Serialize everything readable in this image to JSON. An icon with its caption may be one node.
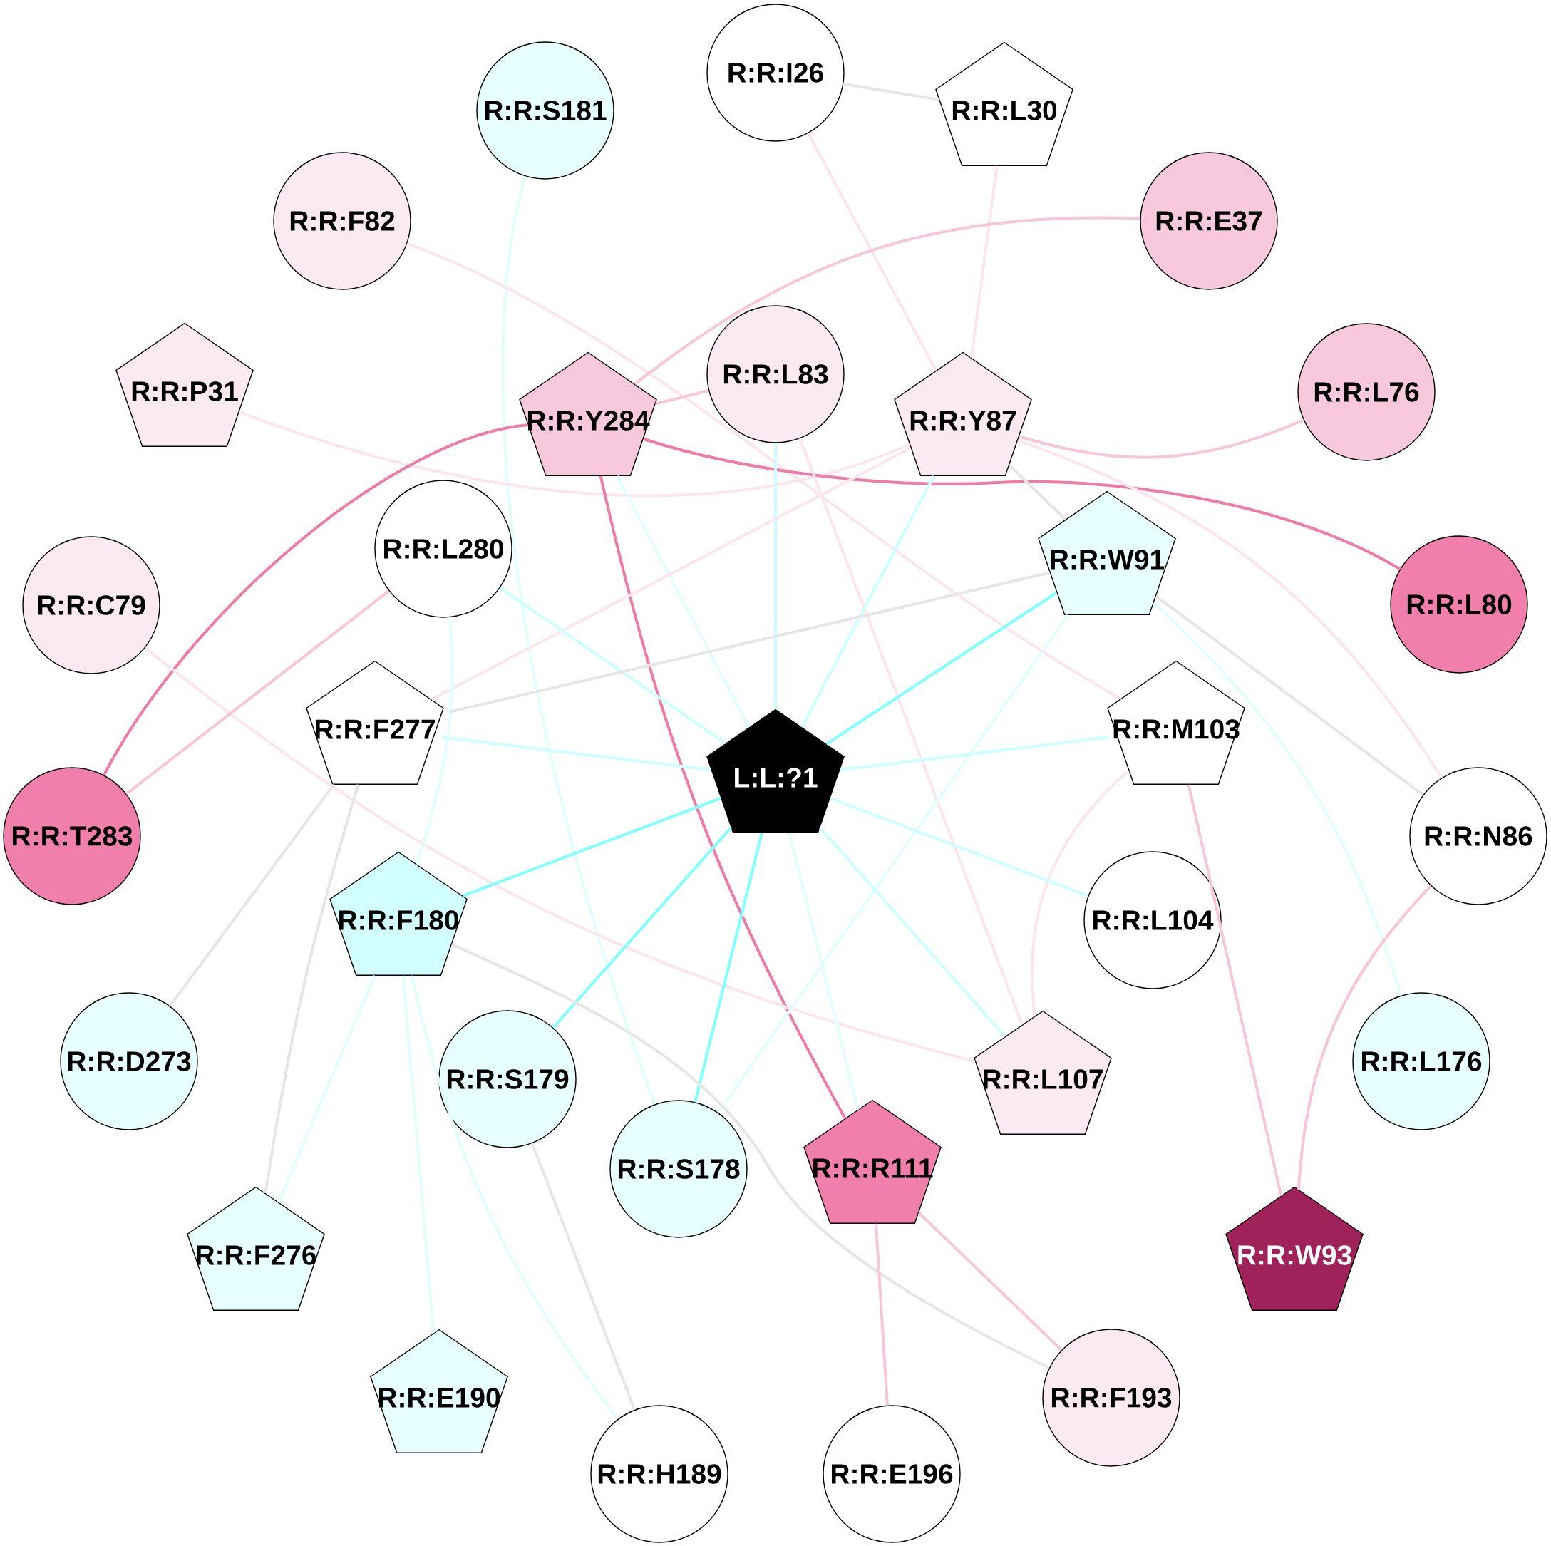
{
  "diagram": {
    "nodes": [
      {
        "text": [
          "R:R:S181"
        ]
      },
      {
        "text": [
          "R:R:I26"
        ]
      },
      {
        "text": [
          "R:R:L30"
        ]
      },
      {
        "text": [
          "R:R:F82"
        ]
      },
      {
        "text": [
          "R:R:E37"
        ]
      },
      {
        "text": [
          "R:R:P31"
        ]
      },
      {
        "text": [
          "R:R:Y284"
        ]
      },
      {
        "text": [
          "R:R:L83"
        ]
      },
      {
        "text": [
          "R:R:Y87"
        ]
      },
      {
        "text": [
          "R:R:L76"
        ]
      },
      {
        "text": [
          "R:R:C79"
        ]
      },
      {
        "text": [
          "R:R:L280"
        ]
      },
      {
        "text": [
          "R:R:W91"
        ]
      },
      {
        "text": [
          "R:R:L80"
        ]
      },
      {
        "text": [
          "R:R:F277"
        ]
      },
      {
        "text": [
          "L:L:?1"
        ]
      },
      {
        "text": [
          "R:R:M103"
        ]
      },
      {
        "text": [
          "R:R:T283"
        ]
      },
      {
        "text": [
          "R:R:N86"
        ]
      },
      {
        "text": [
          "R:R:F180"
        ]
      },
      {
        "text": [
          "R:R:L104"
        ]
      },
      {
        "text": [
          "R:R:D273"
        ]
      },
      {
        "text": [
          "R:R:S179"
        ]
      },
      {
        "text": [
          "R:R:L107"
        ]
      },
      {
        "text": [
          "R:R:L176"
        ]
      },
      {
        "text": [
          "R:R:S178"
        ]
      },
      {
        "text": [
          "R:R:R111"
        ]
      },
      {
        "text": [
          "R:R:F276"
        ]
      },
      {
        "text": [
          "R:R:W93"
        ]
      },
      {
        "text": [
          "R:R:E190"
        ]
      },
      {
        "text": [
          "R:R:F193"
        ]
      },
      {
        "text": [
          "R:R:H189"
        ]
      },
      {
        "text": [
          "R:R:E196"
        ]
      }
    ],
    "edges": [
      {
        "from": 1,
        "to": 2,
        "arrow": "none",
        "color": "#e6e6e6"
      },
      {
        "from": 1,
        "to": 8,
        "arrow": "none",
        "color": "#fbe5ee"
      },
      {
        "from": 2,
        "to": 8,
        "arrow": "none",
        "color": "#fbe5ee"
      },
      {
        "from": 0,
        "to": 25,
        "arrow": "none"
      },
      {
        "from": 3,
        "to": 16,
        "arrow": "none",
        "color": "#fbe5ee"
      },
      {
        "from": 4,
        "to": 6,
        "arrow": "none",
        "color": "#f8c6da"
      },
      {
        "from": 5,
        "to": 8,
        "arrow": "none",
        "color": "#fbe5ee"
      },
      {
        "from": 6,
        "to": 7,
        "arrow": "none",
        "color": "#f8c6da"
      },
      {
        "from": 6,
        "to": 13,
        "arrow": "none",
        "color": "#ef7ca8"
      },
      {
        "from": 6,
        "to": 17,
        "arrow": "none",
        "color": "#ef7ca8"
      },
      {
        "from": 6,
        "to": 26,
        "arrow": "none",
        "color": "#ef7ca8"
      },
      {
        "from": 6,
        "to": 15,
        "arrow": "none"
      },
      {
        "from": 7,
        "to": 15,
        "arrow": "none",
        "color": "#ccffff"
      },
      {
        "from": 7,
        "to": 23,
        "arrow": "none",
        "color": "#fbe5ee"
      },
      {
        "from": 8,
        "to": 15,
        "arrow": "none",
        "color": "#ccffff"
      },
      {
        "from": 8,
        "to": 12,
        "arrow": "none",
        "color": "#e6e6e6"
      },
      {
        "from": 8,
        "to": 18,
        "arrow": "none",
        "color": "#fbe5ee"
      },
      {
        "from": 8,
        "to": 14,
        "arrow": "none",
        "color": "#fbe5ee"
      },
      {
        "from": 9,
        "to": 8,
        "arrow": "none",
        "color": "#f8c6da"
      },
      {
        "from": 10,
        "to": 23,
        "arrow": "none",
        "color": "#fbe5ee"
      },
      {
        "from": 11,
        "to": 15,
        "arrow": "none",
        "color": "#ccffff"
      },
      {
        "from": 11,
        "to": 17,
        "arrow": "none",
        "color": "#f8c6da"
      },
      {
        "from": 11,
        "to": 19,
        "arrow": "none"
      },
      {
        "from": 12,
        "to": 15,
        "arrow": "none",
        "color": "#80ffff"
      },
      {
        "from": 12,
        "to": 14,
        "arrow": "none",
        "color": "#e6e6e6"
      },
      {
        "from": 12,
        "to": 18,
        "arrow": "none",
        "color": "#e6e6e6"
      },
      {
        "from": 12,
        "to": 24,
        "arrow": "none"
      },
      {
        "from": 12,
        "to": 25,
        "arrow": "none"
      },
      {
        "from": 14,
        "to": 15,
        "arrow": "none",
        "color": "#ccffff"
      },
      {
        "from": 14,
        "to": 21,
        "arrow": "none",
        "color": "#e6e6e6"
      },
      {
        "from": 14,
        "to": 27,
        "arrow": "none",
        "color": "#e6e6e6"
      },
      {
        "from": 16,
        "to": 15,
        "arrow": "none",
        "color": "#ccffff"
      },
      {
        "from": 16,
        "to": 23,
        "arrow": "none",
        "color": "#fbe5ee"
      },
      {
        "from": 16,
        "to": 28,
        "arrow": "none",
        "color": "#f8c6da"
      },
      {
        "from": 18,
        "to": 28,
        "arrow": "none",
        "color": "#f8c6da"
      },
      {
        "from": 15,
        "to": 19,
        "arrow": "none",
        "color": "#80ffff"
      },
      {
        "from": 15,
        "to": 20,
        "arrow": "none",
        "color": "#ccffff"
      },
      {
        "from": 15,
        "to": 23,
        "arrow": "none",
        "color": "#ccffff"
      },
      {
        "from": 15,
        "to": 22,
        "arrow": "none",
        "color": "#80ffff"
      },
      {
        "from": 15,
        "to": 25,
        "arrow": "none",
        "color": "#80ffff"
      },
      {
        "from": 15,
        "to": 26,
        "arrow": "none"
      },
      {
        "from": 19,
        "to": 27,
        "arrow": "none"
      },
      {
        "from": 19,
        "to": 29,
        "arrow": "none"
      },
      {
        "from": 19,
        "to": 31,
        "arrow": "none"
      },
      {
        "from": 19,
        "to": 30,
        "arrow": "none",
        "color": "#e6e6e6"
      },
      {
        "from": 22,
        "to": 31,
        "arrow": "none",
        "color": "#e6e6e6"
      },
      {
        "from": 26,
        "to": 32,
        "arrow": "none",
        "color": "#f8c6da"
      },
      {
        "from": 26,
        "to": 30,
        "arrow": "none",
        "color": "#f8c6da"
      }
    ]
  }
}
